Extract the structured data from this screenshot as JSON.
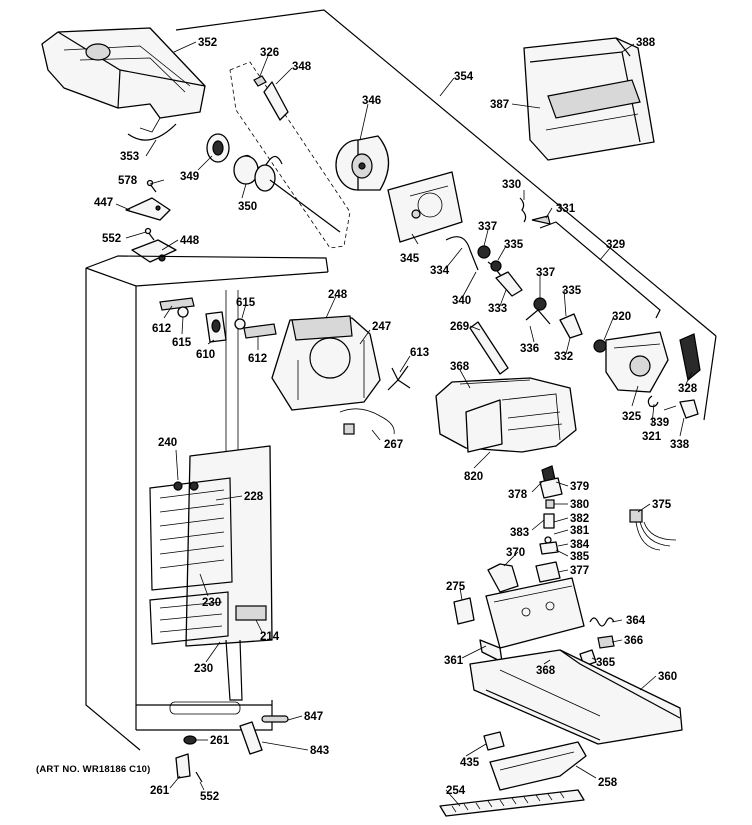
{
  "figure": {
    "art_no": "(ART NO. WR18186 C10)"
  },
  "callouts": [
    {
      "id": "c352",
      "text": "352"
    },
    {
      "id": "c326",
      "text": "326"
    },
    {
      "id": "c348",
      "text": "348"
    },
    {
      "id": "c346",
      "text": "346"
    },
    {
      "id": "c354",
      "text": "354"
    },
    {
      "id": "c388",
      "text": "388"
    },
    {
      "id": "c387",
      "text": "387"
    },
    {
      "id": "c353",
      "text": "353"
    },
    {
      "id": "c349",
      "text": "349"
    },
    {
      "id": "c350",
      "text": "350"
    },
    {
      "id": "c578",
      "text": "578"
    },
    {
      "id": "c447",
      "text": "447"
    },
    {
      "id": "c552a",
      "text": "552"
    },
    {
      "id": "c448",
      "text": "448"
    },
    {
      "id": "c330",
      "text": "330"
    },
    {
      "id": "c331",
      "text": "331"
    },
    {
      "id": "c337a",
      "text": "337"
    },
    {
      "id": "c335a",
      "text": "335"
    },
    {
      "id": "c329",
      "text": "329"
    },
    {
      "id": "c345",
      "text": "345"
    },
    {
      "id": "c334",
      "text": "334"
    },
    {
      "id": "c340",
      "text": "340"
    },
    {
      "id": "c333",
      "text": "333"
    },
    {
      "id": "c337b",
      "text": "337"
    },
    {
      "id": "c335b",
      "text": "335"
    },
    {
      "id": "c320",
      "text": "320"
    },
    {
      "id": "c336",
      "text": "336"
    },
    {
      "id": "c332",
      "text": "332"
    },
    {
      "id": "c328",
      "text": "328"
    },
    {
      "id": "c248",
      "text": "248"
    },
    {
      "id": "c615a",
      "text": "615"
    },
    {
      "id": "c612a",
      "text": "612"
    },
    {
      "id": "c615b",
      "text": "615"
    },
    {
      "id": "c610",
      "text": "610"
    },
    {
      "id": "c612b",
      "text": "612"
    },
    {
      "id": "c247",
      "text": "247"
    },
    {
      "id": "c613",
      "text": "613"
    },
    {
      "id": "c269",
      "text": "269"
    },
    {
      "id": "c368a",
      "text": "368"
    },
    {
      "id": "c267",
      "text": "267"
    },
    {
      "id": "c325",
      "text": "325"
    },
    {
      "id": "c321",
      "text": "321"
    },
    {
      "id": "c339",
      "text": "339"
    },
    {
      "id": "c338",
      "text": "338"
    },
    {
      "id": "c820",
      "text": "820"
    },
    {
      "id": "c240",
      "text": "240"
    },
    {
      "id": "c228",
      "text": "228"
    },
    {
      "id": "c379",
      "text": "379"
    },
    {
      "id": "c378",
      "text": "378"
    },
    {
      "id": "c380",
      "text": "380"
    },
    {
      "id": "c382",
      "text": "382"
    },
    {
      "id": "c381",
      "text": "381"
    },
    {
      "id": "c375",
      "text": "375"
    },
    {
      "id": "c383",
      "text": "383"
    },
    {
      "id": "c384",
      "text": "384"
    },
    {
      "id": "c370",
      "text": "370"
    },
    {
      "id": "c385",
      "text": "385"
    },
    {
      "id": "c377",
      "text": "377"
    },
    {
      "id": "c275",
      "text": "275"
    },
    {
      "id": "c230a",
      "text": "230"
    },
    {
      "id": "c364",
      "text": "364"
    },
    {
      "id": "c214",
      "text": "214"
    },
    {
      "id": "c366",
      "text": "366"
    },
    {
      "id": "c230b",
      "text": "230"
    },
    {
      "id": "c361",
      "text": "361"
    },
    {
      "id": "c368b",
      "text": "368"
    },
    {
      "id": "c365",
      "text": "365"
    },
    {
      "id": "c360",
      "text": "360"
    },
    {
      "id": "c847",
      "text": "847"
    },
    {
      "id": "c261a",
      "text": "261"
    },
    {
      "id": "c843",
      "text": "843"
    },
    {
      "id": "c435",
      "text": "435"
    },
    {
      "id": "c261b",
      "text": "261"
    },
    {
      "id": "c552b",
      "text": "552"
    },
    {
      "id": "c258",
      "text": "258"
    },
    {
      "id": "c254",
      "text": "254"
    }
  ]
}
